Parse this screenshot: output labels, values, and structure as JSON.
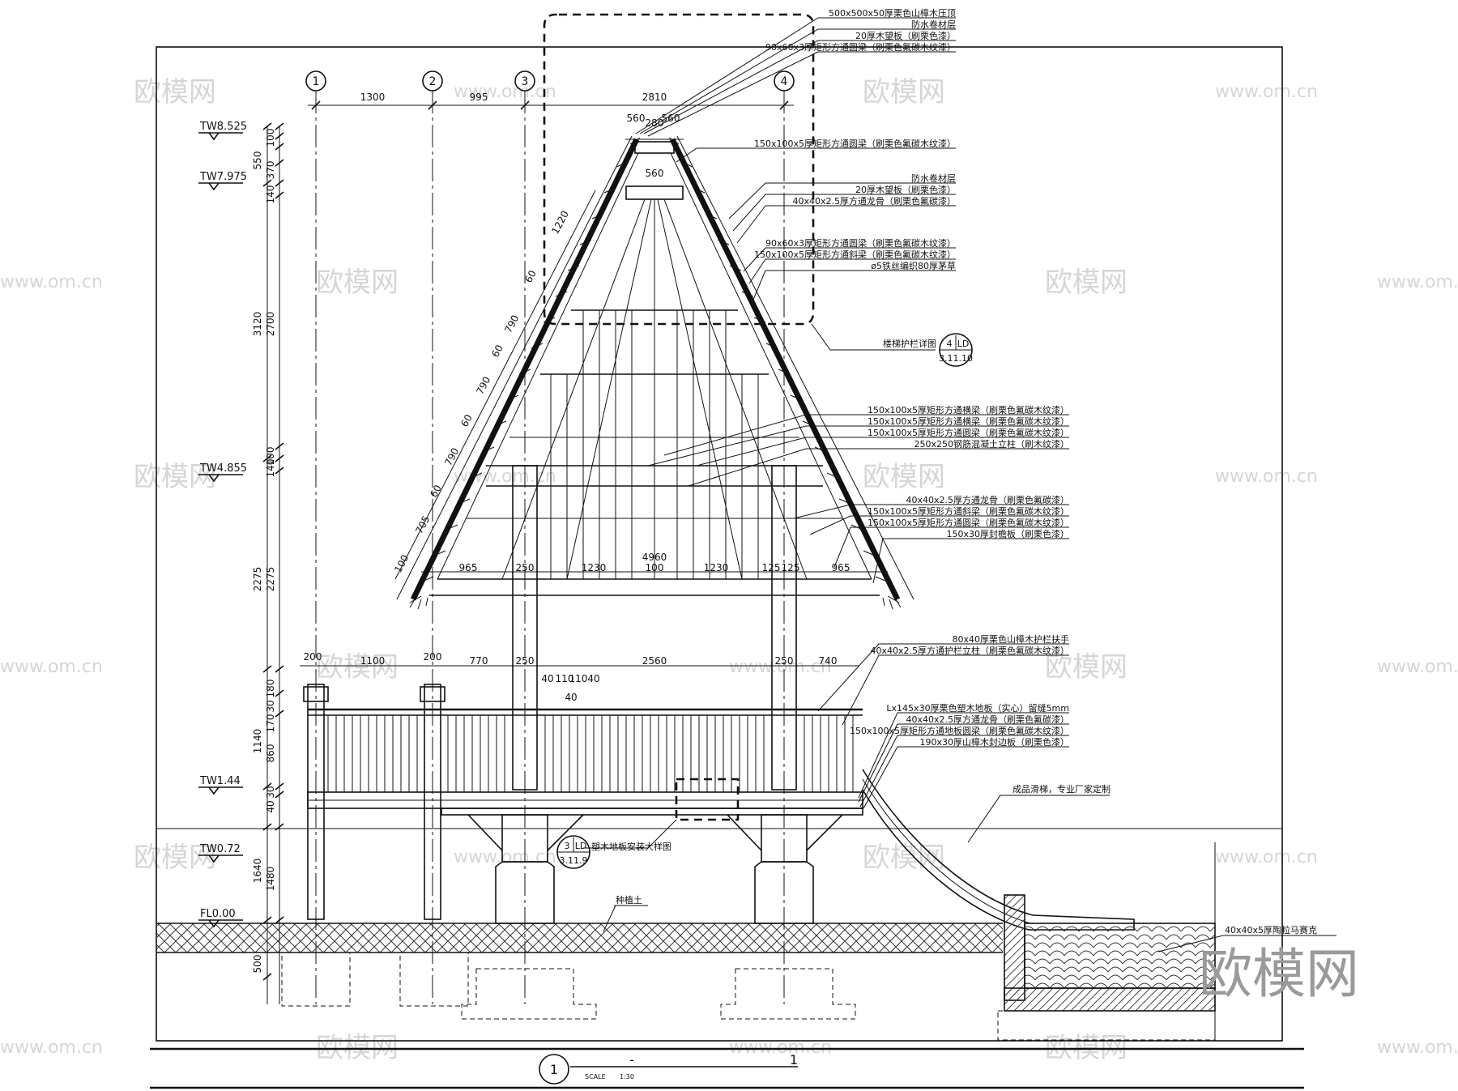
{
  "grid_axes": [
    "1",
    "2",
    "3",
    "4"
  ],
  "top_dimensions": [
    "1300",
    "995",
    "2810"
  ],
  "ridge_dimensions": [
    "560",
    "280",
    "560"
  ],
  "ridge_inner": "560",
  "elevations": [
    {
      "id": "tw8525",
      "label": "TW8.525"
    },
    {
      "id": "tw7975",
      "label": "TW7.975"
    },
    {
      "id": "tw4855",
      "label": "TW4.855"
    },
    {
      "id": "tw144",
      "label": "TW1.44"
    },
    {
      "id": "tw072",
      "label": "TW0.72"
    },
    {
      "id": "fl000",
      "label": "FL0.00"
    }
  ],
  "vertical_dimensions_outer": [
    "550",
    "3120",
    "2275",
    "1140",
    "1640",
    "500"
  ],
  "vertical_dimensions_inner": [
    "100",
    "370",
    "140",
    "2700",
    "100",
    "140",
    "2275",
    "30",
    "180",
    "170",
    "860",
    "30",
    "40",
    "1480"
  ],
  "roof_slope_dimensions": [
    "1220",
    "60",
    "790",
    "60",
    "790",
    "60",
    "790",
    "60",
    "705",
    "100"
  ],
  "eave_dimensions": [
    "965",
    "250",
    "1230",
    "4960",
    "100",
    "1230",
    "125",
    "125",
    "965"
  ],
  "deck_dimensions": [
    "200",
    "1100",
    "200",
    "770",
    "250",
    "2560",
    "250",
    "740"
  ],
  "rail_dimensions": [
    "40",
    "110",
    "110",
    "40",
    "40"
  ],
  "top_callouts": [
    "500x500x50厚栗色山樟木压顶",
    "防水卷材层",
    "20厚木望板（刷栗色漆）",
    "90x60x3厚矩形方通圆梁（刷栗色氟碳木纹漆）"
  ],
  "roof_callouts": [
    "150x100x5厚矩形方通圆梁（刷栗色氟碳木纹漆）",
    "防水卷材层",
    "20厚木望板（刷栗色漆）",
    "40x40x2.5厚方通龙骨（刷栗色氟碳漆）",
    "90x60x3厚矩形方通圆梁（刷栗色氟碳木纹漆）",
    "150x100x5厚矩形方通斜梁（刷栗色氟碳木纹漆）",
    "ø5铁丝编织80厚茅草"
  ],
  "detail_ref_1": {
    "label": "楼梯护栏详图",
    "num": "4",
    "sheet_code": "LD",
    "sheet": "3.11.10"
  },
  "mid_callouts": [
    "150x100x5厚矩形方通横梁（刷栗色氟碳木纹漆）",
    "150x100x5厚矩形方通横梁（刷栗色氟碳木纹漆）",
    "150x100x5厚矩形方通圆梁（刷栗色氟碳木纹漆）",
    "250x250钢筋混凝土立柱（刷木纹漆）"
  ],
  "eave_callouts": [
    "40x40x2.5厚方通龙骨（刷栗色氟碳漆）",
    "150x100x5厚矩形方通斜梁（刷栗色氟碳木纹漆）",
    "150x100x5厚矩形方通圆梁（刷栗色氟碳木纹漆）",
    "150x30厚封檐板（刷栗色漆）"
  ],
  "rail_callouts": [
    "80x40厚栗色山樟木护栏扶手",
    "40x40x2.5厚方通护栏立柱（刷栗色氟碳木纹漆）"
  ],
  "deck_callouts": [
    "Lx145x30厚栗色塑木地板（实心）留缝5mm",
    "40x40x2.5厚方通龙骨（刷栗色氟碳漆）",
    "150x100x5厚矩形方通地板圆梁（刷栗色氟碳木纹漆）",
    "190x30厚山樟木封边板（刷栗色漆）"
  ],
  "slide_callout": "成品滑梯，专业厂家定制",
  "detail_ref_2": {
    "label": "塑木地板安装大样图",
    "num": "3",
    "sheet_code": "LD",
    "sheet": "3.11.9"
  },
  "soil_label": "种植土",
  "sand_callout": "40x40x5厚陶粒马赛克",
  "title_block": {
    "num": "1",
    "dash": "-",
    "scale_num": "1",
    "scale_label": "SCALE",
    "scale": "1:30"
  },
  "watermarks": {
    "site": "www.om.cn",
    "brand": "欧模网"
  }
}
